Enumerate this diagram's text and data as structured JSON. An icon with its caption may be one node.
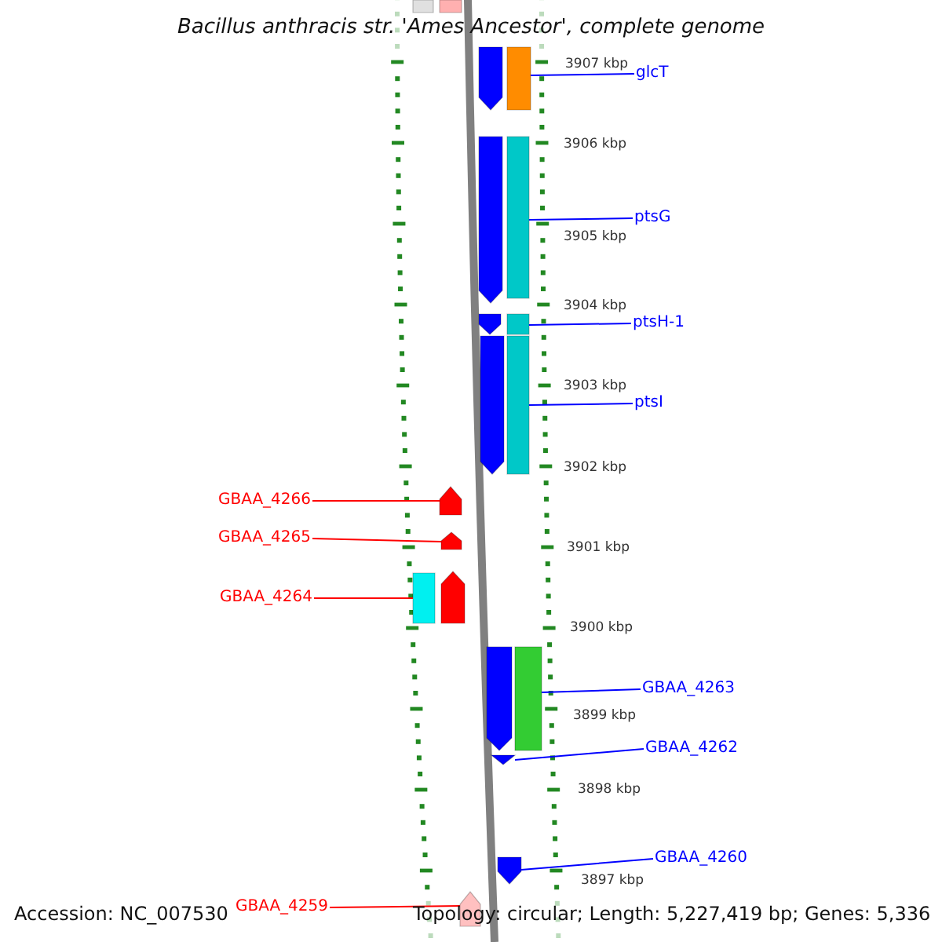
{
  "diagram": {
    "title": "Bacillus anthracis str. 'Ames Ancestor', complete genome",
    "nodes": [
      {
        "text": [
          "glcT"
        ]
      },
      {
        "text": [
          "ptsG"
        ]
      },
      {
        "text": [
          "ptsH-1"
        ]
      },
      {
        "text": [
          "ptsI"
        ]
      },
      {
        "text": [
          "GBAA_4266"
        ]
      },
      {
        "text": [
          "GBAA_4265"
        ]
      },
      {
        "text": [
          "GBAA_4264"
        ]
      },
      {
        "text": [
          "GBAA_4263"
        ]
      },
      {
        "text": [
          "GBAA_4262"
        ]
      },
      {
        "text": [
          "GBAA_4260"
        ]
      },
      {
        "text": [
          "GBAA_4259"
        ]
      },
      {
        "text": [],
        "shape": "box"
      },
      {
        "text": [],
        "shape": "box"
      },
      {
        "text": [],
        "shape": "box"
      },
      {
        "text": [],
        "shape": "box"
      },
      {
        "text": [],
        "shape": "arrow"
      },
      {
        "text": [],
        "shape": "arrow"
      },
      {
        "text": [],
        "shape": "box"
      },
      {
        "text": [],
        "shape": "box"
      },
      {
        "text": [],
        "shape": "arrow"
      },
      {
        "text": [],
        "shape": "arrow"
      },
      {
        "text": [],
        "shape": "arrow"
      },
      {
        "text": [],
        "shape": "arrow"
      },
      {
        "text": [],
        "shape": "arrow"
      },
      {
        "text": [],
        "shape": "arrow"
      },
      {
        "text": [],
        "shape": "arrow"
      },
      {
        "text": [],
        "shape": "arrow"
      },
      {
        "text": [],
        "shape": "arrow"
      },
      {
        "text": [],
        "shape": "box"
      },
      {
        "text": [],
        "shape": "box"
      }
    ],
    "edges": [
      {
        "from": 0,
        "to": 11,
        "arrow": "none"
      },
      {
        "from": 1,
        "to": 12,
        "arrow": "none"
      },
      {
        "from": 2,
        "to": 13,
        "arrow": "none"
      },
      {
        "from": 3,
        "to": 14,
        "arrow": "none"
      },
      {
        "from": 4,
        "to": 15,
        "arrow": "none",
        "color": "#ff0000"
      },
      {
        "from": 5,
        "to": 16,
        "arrow": "none",
        "color": "#ff0000"
      },
      {
        "from": 6,
        "to": 17,
        "arrow": "none",
        "color": "#ff0000"
      },
      {
        "from": 7,
        "to": 18,
        "arrow": "none"
      },
      {
        "from": 8,
        "to": 19,
        "arrow": "none"
      },
      {
        "from": 9,
        "to": 20,
        "arrow": "none"
      },
      {
        "from": 10,
        "to": 21,
        "arrow": "none",
        "color": "#ff0000"
      }
    ],
    "labels": [
      "3907 kbp",
      "3906 kbp",
      "3905 kbp",
      "3904 kbp",
      "3903 kbp",
      "3902 kbp",
      "3901 kbp",
      "3900 kbp",
      "3899 kbp",
      "3898 kbp",
      "3897 kbp",
      "Accession: NC_007530",
      "Topology: circular; Length: 5,227,419 bp; Genes: 5,336"
    ]
  }
}
